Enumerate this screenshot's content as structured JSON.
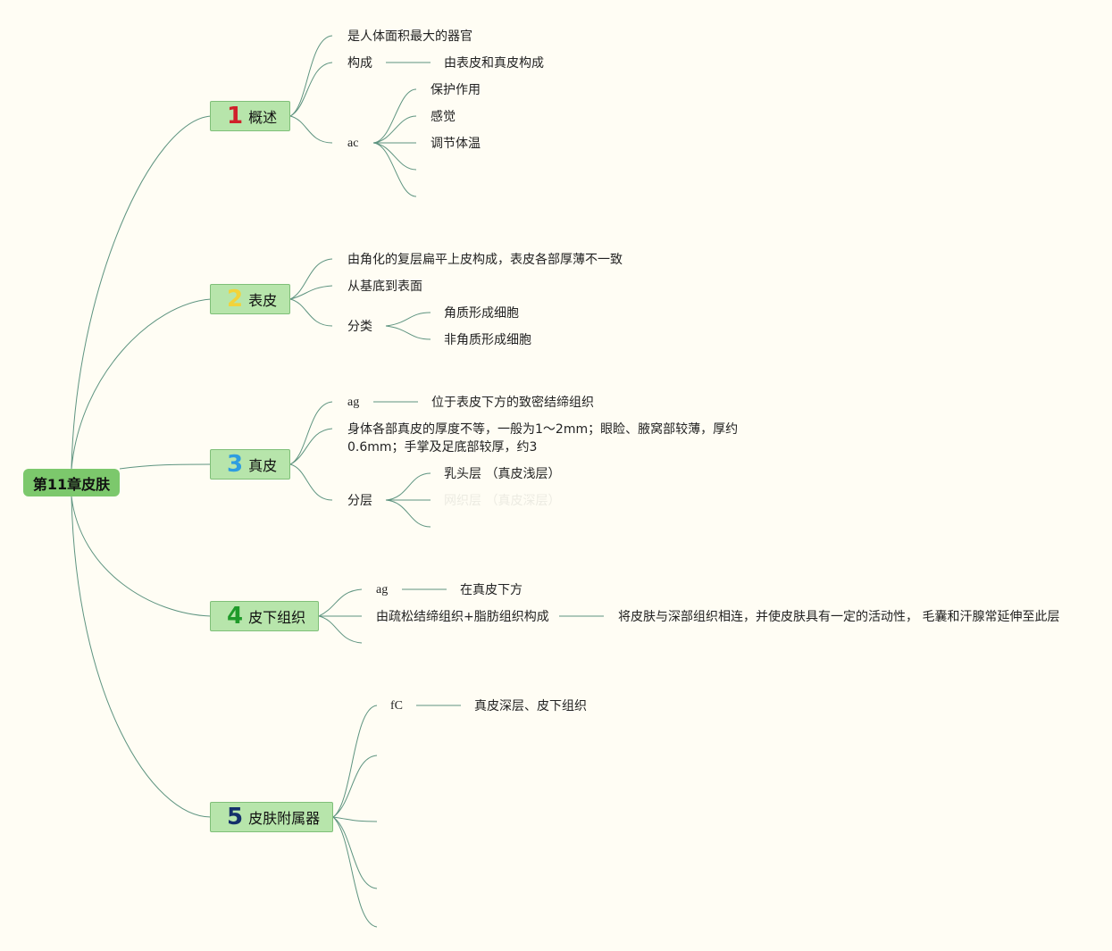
{
  "root": {
    "label": "第11章皮肤"
  },
  "branches": [
    {
      "num": "1",
      "num_color": "#d0202a",
      "label": "概述",
      "items": [
        {
          "text": "是人体面积最大的器官"
        },
        {
          "text": "构成",
          "detail": "由表皮和真皮构成"
        },
        {
          "text": "ac",
          "children": [
            "保护作用",
            "感觉",
            "调节体温"
          ]
        }
      ]
    },
    {
      "num": "2",
      "num_color": "#f2d33a",
      "label": "表皮",
      "items": [
        {
          "text": "由角化的复层扁平上皮构成，表皮各部厚薄不一致"
        },
        {
          "text": "从基底到表面"
        },
        {
          "text": "分类",
          "children": [
            "角质形成细胞",
            "非角质形成细胞"
          ]
        }
      ]
    },
    {
      "num": "3",
      "num_color": "#2e9de0",
      "label": "真皮",
      "items": [
        {
          "text": "ag",
          "detail": "位于表皮下方的致密结缔组织"
        },
        {
          "text": "身体各部真皮的厚度不等，一般为1～2mm；眼睑、腋窝部较薄，厚约0.6mm；手掌及足底部较厚，约3"
        },
        {
          "text": "分层",
          "children": [
            "乳头层 （真皮浅层）",
            "网织层 （真皮深层）"
          ]
        }
      ]
    },
    {
      "num": "4",
      "num_color": "#1f9a2a",
      "label": "皮下组织",
      "items": [
        {
          "text": "ag",
          "detail": "在真皮下方"
        },
        {
          "text": "由疏松结缔组织+脂肪组织构成",
          "detail": "将皮肤与深部组织相连，并使皮肤具有一定的活动性， 毛囊和汗腺常延伸至此层"
        }
      ]
    },
    {
      "num": "5",
      "num_color": "#14306b",
      "label": "皮肤附属器",
      "items": [
        {
          "text": "fC",
          "detail": "真皮深层、皮下组织"
        }
      ]
    }
  ]
}
